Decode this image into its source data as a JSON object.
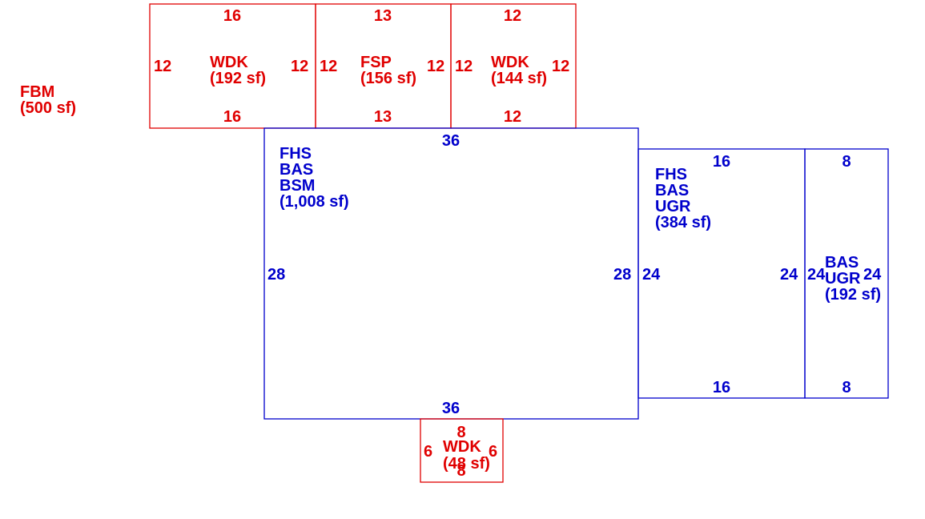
{
  "colors": {
    "red": "#e00000",
    "blue": "#0000cc"
  },
  "fbm": {
    "code": "FBM",
    "area": "(500 sf)"
  },
  "wdk_left": {
    "code": "WDK",
    "area": "(192 sf)",
    "top": "16",
    "bottom": "16",
    "left": "12",
    "right": "12"
  },
  "fsp": {
    "code": "FSP",
    "area": "(156 sf)",
    "top": "13",
    "bottom": "13",
    "left": "12",
    "right": "12"
  },
  "wdk_right": {
    "code": "WDK",
    "area": "(144 sf)",
    "top": "12",
    "bottom": "12",
    "left": "12",
    "right": "12"
  },
  "main": {
    "line1": "FHS",
    "line2": "BAS",
    "line3": "BSM",
    "area": "(1,008 sf)",
    "top": "36",
    "bottom": "36",
    "left": "28",
    "right": "28"
  },
  "east1": {
    "line1": "FHS",
    "line2": "BAS",
    "line3": "UGR",
    "area": "(384 sf)",
    "top": "16",
    "bottom": "16",
    "left": "24",
    "right": "24"
  },
  "east2": {
    "line1": "BAS",
    "line2": "UGR",
    "area": "(192 sf)",
    "top": "8",
    "bottom": "8",
    "left": "24",
    "right": "24"
  },
  "wdk_bottom": {
    "code": "WDK",
    "area": "(48 sf)",
    "top": "8",
    "bottom": "8",
    "left": "6",
    "right": "6"
  }
}
